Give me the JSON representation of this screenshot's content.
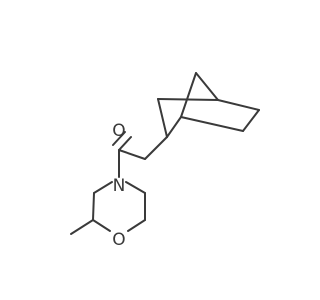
{
  "molecule": {
    "atoms": {
      "oxygen_carbonyl": "O",
      "nitrogen_ring": "N",
      "oxygen_ring": "O"
    }
  }
}
